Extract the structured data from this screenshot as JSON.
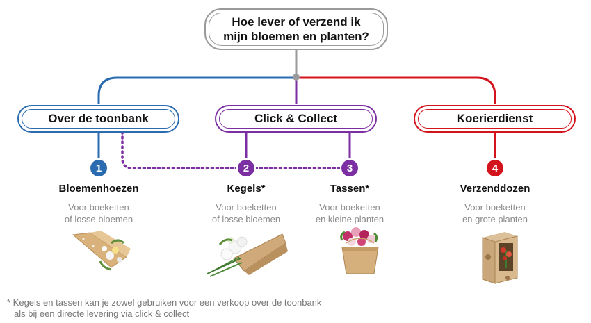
{
  "question": {
    "line1": "Hoe lever of verzend ik",
    "line2": "mijn bloemen en planten?"
  },
  "categories": [
    {
      "label": "Over de toonbank",
      "color": "#2b6cb0"
    },
    {
      "label": "Click & Collect",
      "color": "#7b2fa2"
    },
    {
      "label": "Koerierdienst",
      "color": "#d4141c"
    }
  ],
  "options": [
    {
      "number": "1",
      "title": "Bloemenhoezen",
      "desc1": "Voor boeketten",
      "desc2": "of losse bloemen",
      "image": "bouquet-sleeve-image"
    },
    {
      "number": "2",
      "title": "Kegels*",
      "desc1": "Voor boeketten",
      "desc2": "of losse bloemen",
      "image": "cone-bouquet-image"
    },
    {
      "number": "3",
      "title": "Tassen*",
      "desc1": "Voor boeketten",
      "desc2": "en kleine planten",
      "image": "bag-with-flowers-image"
    },
    {
      "number": "4",
      "title": "Verzenddozen",
      "desc1": "Voor boeketten",
      "desc2": "en grote planten",
      "image": "shipping-box-image"
    }
  ],
  "footnote": {
    "line1": "* Kegels en tassen kan je zowel gebruiken voor een verkoop over de toonbank",
    "line2": "als bij een directe levering via click & collect"
  },
  "colors": {
    "blue": "#2b6cb0",
    "purple": "#7b2fa2",
    "red": "#d4141c",
    "gray": "#8a8a8a"
  }
}
